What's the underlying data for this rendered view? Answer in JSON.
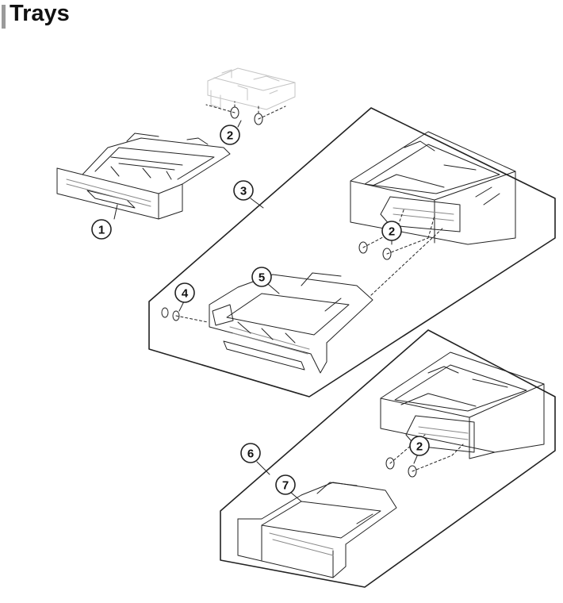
{
  "page": {
    "title": "Trays"
  },
  "callouts": [
    {
      "id": "c1",
      "label": "1"
    },
    {
      "id": "c2a",
      "label": "2"
    },
    {
      "id": "c3",
      "label": "3"
    },
    {
      "id": "c2b",
      "label": "2"
    },
    {
      "id": "c5",
      "label": "5"
    },
    {
      "id": "c4",
      "label": "4"
    },
    {
      "id": "c6",
      "label": "6"
    },
    {
      "id": "c2c",
      "label": "2"
    },
    {
      "id": "c7",
      "label": "7"
    }
  ],
  "colors": {
    "line": "#222222",
    "faded": "#c4c4c4",
    "title_bar": "#9a9a9a"
  }
}
